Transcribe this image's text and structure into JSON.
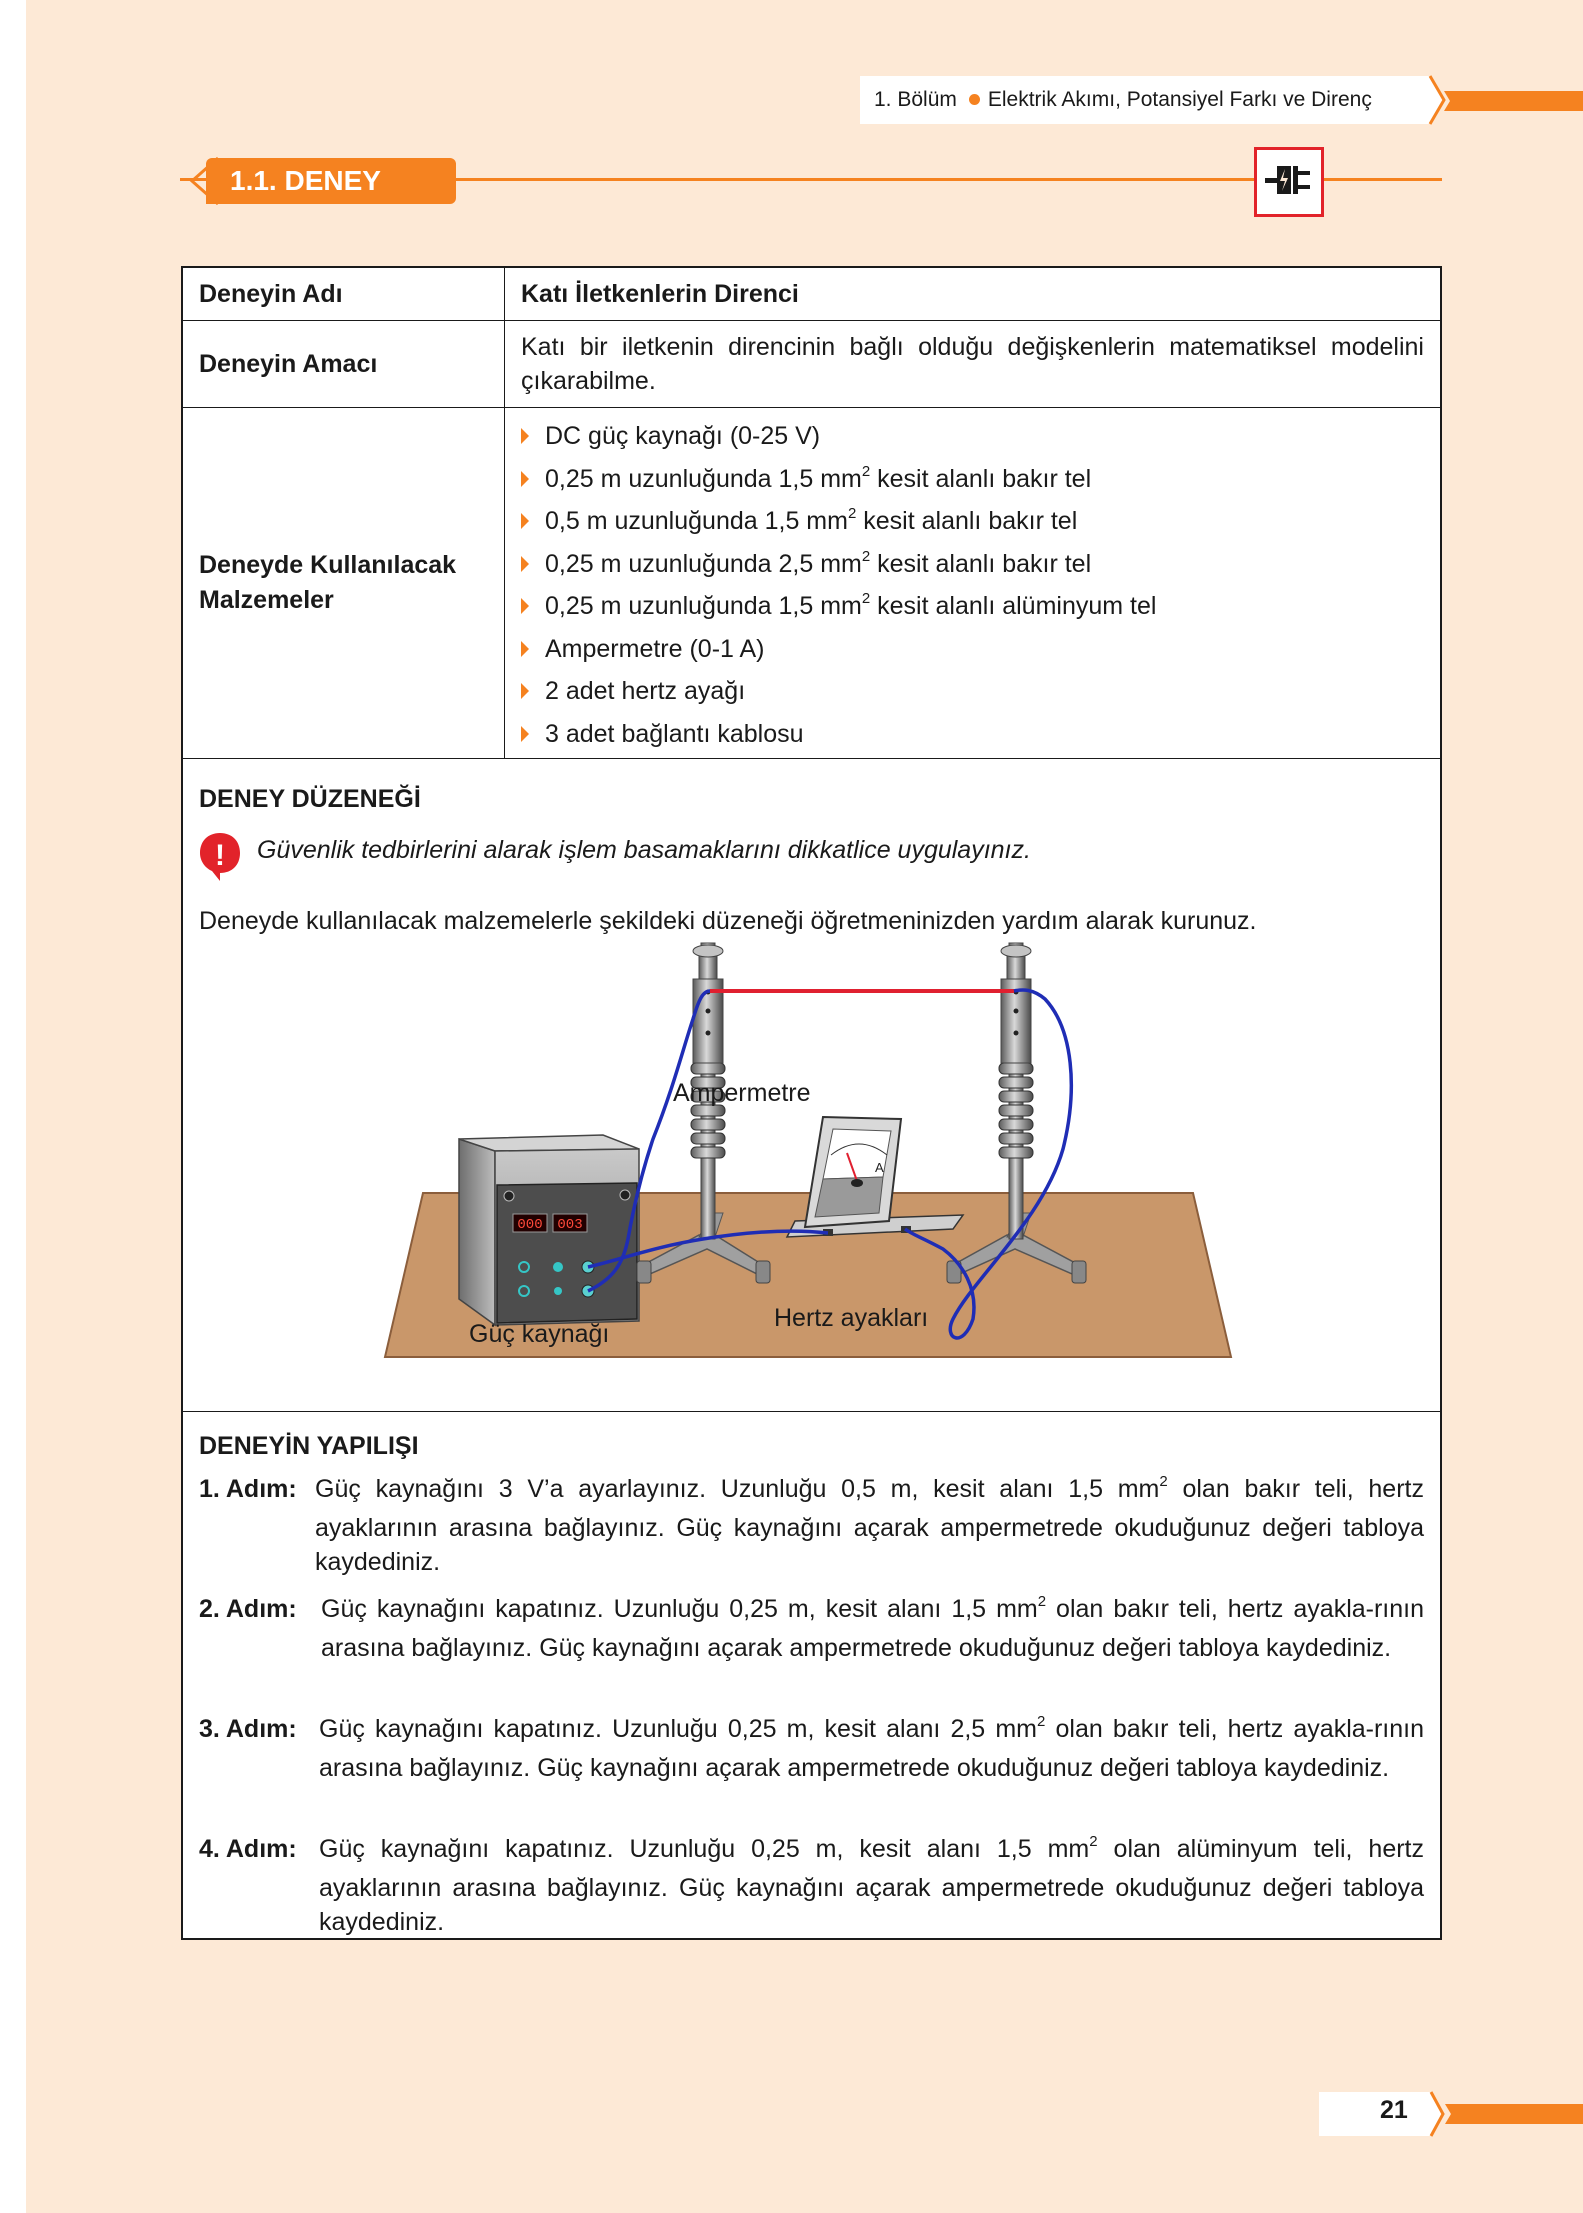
{
  "header": {
    "chapter": "1. Bölüm",
    "topic": "Elektrik Akımı, Potansiyel Farkı ve Direnç"
  },
  "experiment": {
    "badge": "1.1. DENEY",
    "name_label": "Deneyin Adı",
    "name_value": "Katı İletkenlerin Direnci",
    "aim_label": "Deneyin Amacı",
    "aim_value": "Katı bir iletkenin direncinin bağlı olduğu değişkenlerin matematiksel modelini çıkarabilme.",
    "materials_label_1": "Deneyde Kullanılacak",
    "materials_label_2": "Malzemeler",
    "materials": [
      {
        "pre": "DC güç kaynağı (0-25 V)",
        "sup": "",
        "post": ""
      },
      {
        "pre": "0,25 m uzunluğunda 1,5 mm",
        "sup": "2",
        "post": " kesit alanlı bakır tel"
      },
      {
        "pre": "0,5 m uzunluğunda 1,5 mm",
        "sup": "2",
        "post": " kesit alanlı bakır tel"
      },
      {
        "pre": "0,25 m uzunluğunda 2,5 mm",
        "sup": "2",
        "post": " kesit alanlı bakır tel"
      },
      {
        "pre": "0,25 m uzunluğunda 1,5 mm",
        "sup": "2",
        "post": " kesit alanlı alüminyum tel"
      },
      {
        "pre": "Ampermetre (0-1 A)",
        "sup": "",
        "post": ""
      },
      {
        "pre": "2 adet hertz ayağı",
        "sup": "",
        "post": ""
      },
      {
        "pre": "3 adet bağlantı kablosu",
        "sup": "",
        "post": ""
      }
    ]
  },
  "setup": {
    "title": "DENEY DÜZENEĞİ",
    "warning_mark": "!",
    "warning": "Güvenlik tedbirlerini alarak işlem basamaklarını dikkatlice uygulayınız.",
    "instruction": "Deneyde kullanılacak malzemelerle şekildeki düzeneği öğretmeninizden yardım alarak kurunuz.",
    "labels": {
      "ammeter": "Ampermetre",
      "ammeter_letter": "A",
      "stands": "Hertz ayakları",
      "power": "Güç kaynağı",
      "display_1": "000",
      "display_2": "003"
    },
    "colors": {
      "wire_blue": "#1f2db5",
      "wire_red": "#e02030",
      "board": "#c9976a"
    }
  },
  "procedure": {
    "title": "DENEYİN YAPILIŞI",
    "steps": [
      {
        "label": "1. Adım:",
        "pre": "Güç kaynağını 3 V’a ayarlayınız. Uzunluğu 0,5 m, kesit alanı 1,5 mm",
        "sup": "2",
        "post": " olan bakır teli, hertz ayaklarının arasına bağlayınız. Güç kaynağını açarak ampermetrede okuduğunuz değeri tabloya kaydediniz."
      },
      {
        "label": "2. Adım:",
        "pre": "Güç kaynağını kapatınız. Uzunluğu 0,25 m, kesit alanı 1,5 mm",
        "sup": "2",
        "post": " olan bakır teli, hertz ayakla-rının arasına bağlayınız. Güç kaynağını açarak ampermetrede okuduğunuz değeri tabloya kaydediniz."
      },
      {
        "label": "3. Adım:",
        "pre": "Güç kaynağını kapatınız. Uzunluğu 0,25 m, kesit alanı 2,5 mm",
        "sup": "2",
        "post": " olan bakır teli, hertz ayakla-rının arasına bağlayınız. Güç kaynağını açarak ampermetrede okuduğunuz değeri tabloya kaydediniz."
      },
      {
        "label": "4. Adım:",
        "pre": "Güç kaynağını kapatınız. Uzunluğu 0,25 m, kesit alanı 1,5 mm",
        "sup": "2",
        "post": " olan alüminyum teli, hertz ayaklarının arasına bağlayınız. Güç kaynağını açarak ampermetrede okuduğunuz değeri tabloya kaydediniz."
      }
    ]
  },
  "footer": {
    "page_number": "21"
  },
  "colors": {
    "accent": "#f58220",
    "page_bg": "#fde9d6",
    "icon_border": "#e2232a"
  },
  "icons": {
    "experiment_icon": "plug-icon"
  }
}
